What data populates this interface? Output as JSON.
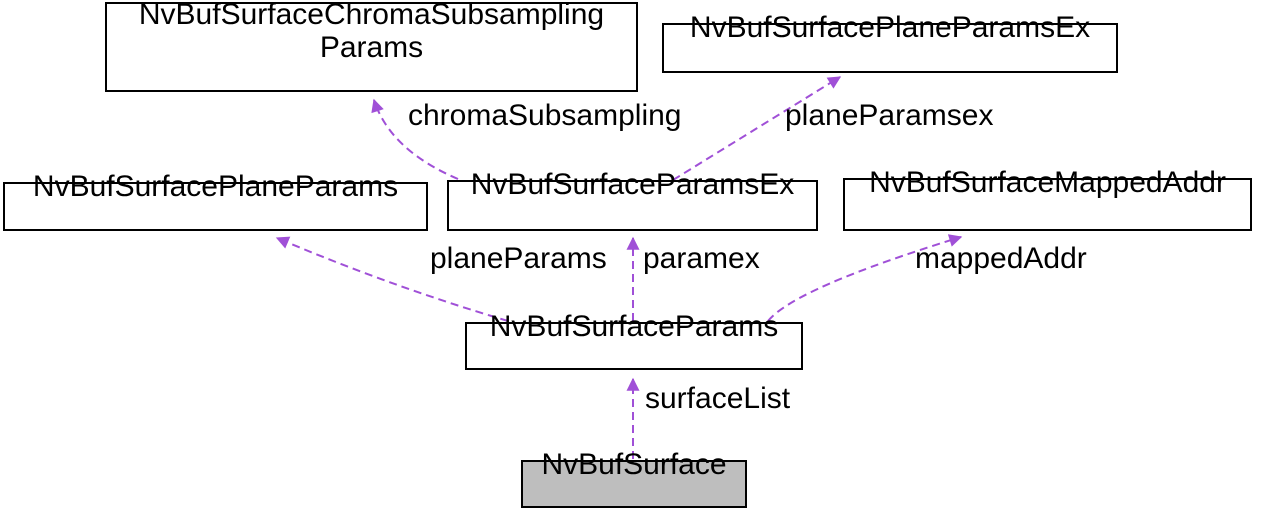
{
  "diagram": {
    "nodes": {
      "chroma_subsampling_params": {
        "line1": "NvBufSurfaceChromaSubsampling",
        "line2": "Params"
      },
      "plane_params_ex": {
        "label": "NvBufSurfacePlaneParamsEx"
      },
      "plane_params": {
        "label": "NvBufSurfacePlaneParams"
      },
      "params_ex": {
        "label": "NvBufSurfaceParamsEx"
      },
      "mapped_addr": {
        "label": "NvBufSurfaceMappedAddr"
      },
      "params": {
        "label": "NvBufSurfaceParams"
      },
      "surface": {
        "label": "NvBufSurface"
      }
    },
    "edge_labels": {
      "chroma_subsampling": "chromaSubsampling",
      "plane_params_ex": "planeParamsex",
      "plane_params": "planeParams",
      "paramex": "paramex",
      "mapped_addr": "mappedAddr",
      "surface_list": "surfaceList"
    },
    "colors": {
      "edge": "#a050d7",
      "node_border": "#000000",
      "node_fill": "#ffffff",
      "highlight_node_fill": "#bebebe",
      "text": "#000000",
      "background": "#ffffff"
    }
  }
}
